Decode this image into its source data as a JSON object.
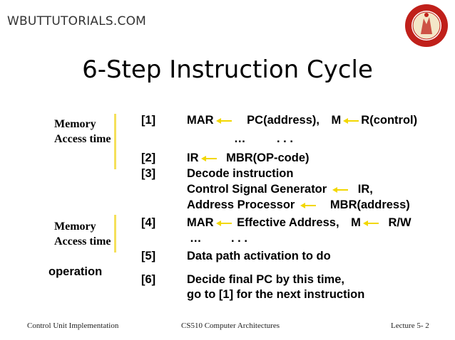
{
  "header": {
    "brand": "WBUTTUTORIALS.COM",
    "logo_icon": "university-seal-logo"
  },
  "title": "6-Step Instruction Cycle",
  "left_notes": {
    "memory_access_1": [
      "Memory",
      "Access time"
    ],
    "memory_access_2": [
      "Memory",
      "Access time"
    ],
    "operation": "operation"
  },
  "steps": {
    "s1": {
      "num": "[1]",
      "a": "MAR",
      "b": "PC(address),",
      "c": "M",
      "d": "R(control)"
    },
    "dots1": [
      "…",
      ". . ."
    ],
    "s2": {
      "num": "[2]",
      "a": "IR",
      "b": "MBR(OP-code)"
    },
    "s3": {
      "num": "[3]",
      "line1": "Decode instruction",
      "line2a": "Control Signal Generator",
      "line2b": "IR,",
      "line3a": "Address Processor",
      "line3b": "MBR(address)"
    },
    "s4": {
      "num": "[4]",
      "a": "MAR",
      "b": "Effective Address,",
      "c": "M",
      "d": "R/W"
    },
    "dots4": [
      "…",
      ". . ."
    ],
    "s5": {
      "num": "[5]",
      "text": "Data path activation to do"
    },
    "s6": {
      "num": "[6]",
      "line1": "Decide final PC by this time,",
      "line2": "go to [1] for the next instruction"
    }
  },
  "footer": {
    "left": "Control Unit Implementation",
    "center": "CS510 Computer Architectures",
    "right": "Lecture 5- 2"
  },
  "colors": {
    "arrow": "#f2d700",
    "bracket": "#f5e05a",
    "logo": "#c0201a"
  }
}
